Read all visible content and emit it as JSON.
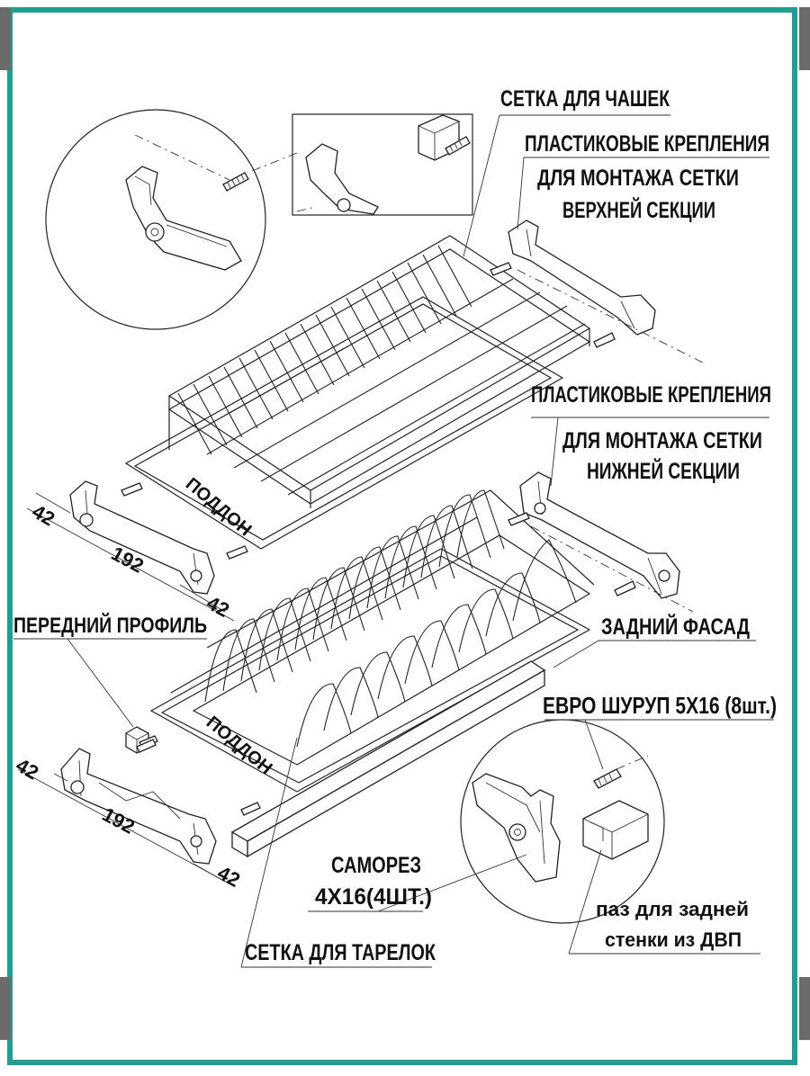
{
  "labels": {
    "cup_rack": "СЕТКА ДЛЯ ЧАШЕК",
    "upper_mount_1": "ПЛАСТИКОВЫЕ КРЕПЛЕНИЯ",
    "upper_mount_2": "ДЛЯ МОНТАЖА СЕТКИ",
    "upper_mount_3": "ВЕРХНЕЙ СЕКЦИИ",
    "lower_mount_1": "ПЛАСТИКОВЫЕ КРЕПЛЕНИЯ",
    "lower_mount_2": "ДЛЯ МОНТАЖА СЕТКИ",
    "lower_mount_3": "НИЖНЕЙ СЕКЦИИ",
    "tray_upper": "ПОДДОН",
    "tray_lower": "ПОДДОН",
    "front_profile": "ПЕРЕДНИЙ ПРОФИЛЬ",
    "rear_facade": "ЗАДНИЙ ФАСАД",
    "euro_screw": "ЕВРО ШУРУП 5Х16 (8шт.)",
    "self_tap_1": "САМОРЕЗ",
    "self_tap_2": "4Х16(4ШТ.)",
    "plate_rack": "СЕТКА ДЛЯ ТАРЕЛОК",
    "groove_1": "паз для задней",
    "groove_2": "стенки из ДВП"
  },
  "dimensions": {
    "upper_side_a": "42",
    "upper_length": "192",
    "upper_side_b": "42",
    "lower_side_a": "42",
    "lower_length": "192",
    "lower_side_b": "42"
  },
  "colors": {
    "frame": "#1f9e94",
    "corner": "#6b6b6b",
    "ink": "#111111"
  }
}
